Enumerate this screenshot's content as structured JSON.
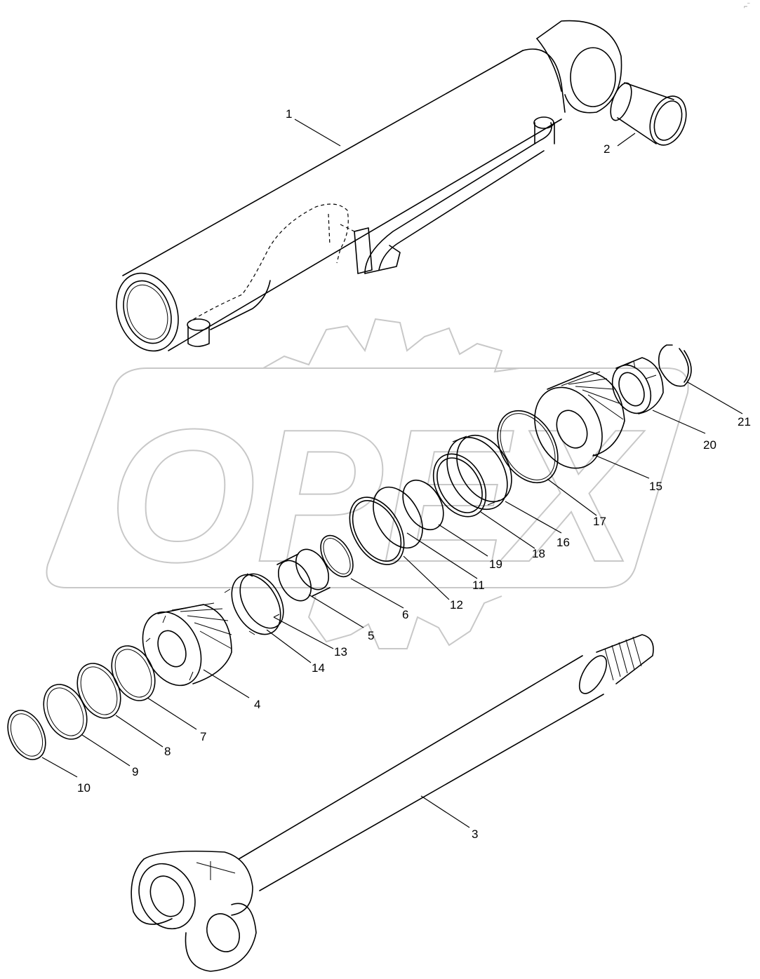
{
  "watermark": {
    "text": "OPEX",
    "color": "#c8c8c8"
  },
  "corner_mark": "⌐‾",
  "diagram": {
    "title": "",
    "labels": [
      "1",
      "2",
      "3",
      "4",
      "5",
      "6",
      "7",
      "8",
      "9",
      "10",
      "11",
      "12",
      "13",
      "14",
      "15",
      "16",
      "17",
      "18",
      "19",
      "20",
      "21"
    ]
  }
}
